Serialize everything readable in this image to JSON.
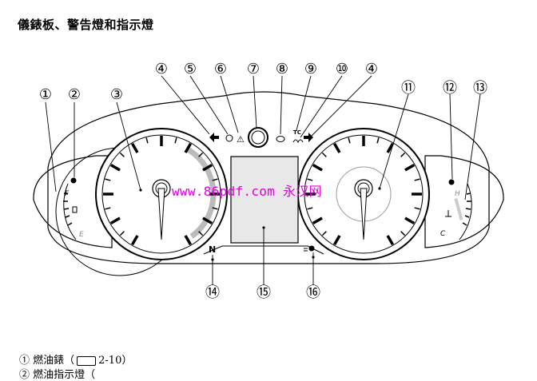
{
  "page": {
    "title": "儀錶板、警告燈和指示燈"
  },
  "watermark": {
    "text": "www.86pdf.com  永汉网"
  },
  "callouts": [
    "①",
    "②",
    "③",
    "④",
    "⑤",
    "⑥",
    "⑦",
    "⑧",
    "⑨",
    "⑩",
    "④",
    "⑪",
    "⑫",
    "⑬",
    "⑭",
    "⑮",
    "⑯"
  ],
  "gauges": {
    "fuel_full": "F",
    "fuel_empty": "E",
    "temp_hot": "H",
    "temp_cold": "C",
    "tc_label": "TC",
    "neutral": "N",
    "warning_symbol": "⚠"
  },
  "captions": {
    "item1_marker": "①",
    "item1_text": "燃油錶（",
    "item1_ref": "2-10）",
    "item2_text": "②  燃油指示燈（"
  }
}
